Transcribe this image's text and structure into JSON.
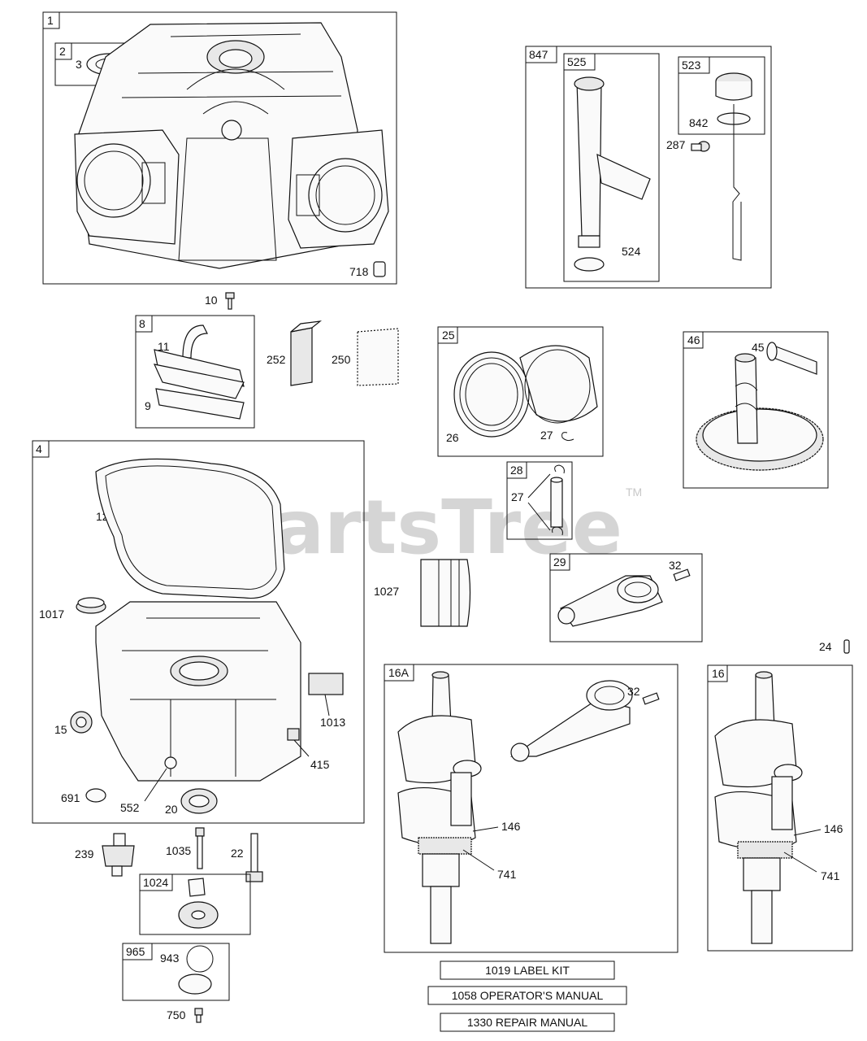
{
  "watermark": {
    "text": "PartsTree",
    "tm": "TM"
  },
  "kits": [
    "1019 LABEL KIT",
    "1058 OPERATOR'S MANUAL",
    "1330 REPAIR MANUAL"
  ],
  "groups": {
    "g1": "1",
    "g2": "2",
    "g847": "847",
    "g525": "525",
    "g523": "523",
    "g8": "8",
    "g25": "25",
    "g46": "46",
    "g4": "4",
    "g28": "28",
    "g29": "29",
    "g16A": "16A",
    "g16": "16",
    "g1024": "1024",
    "g965": "965"
  },
  "parts": {
    "p3": "3",
    "p718": "718",
    "p10": "10",
    "p842": "842",
    "p287": "287",
    "p524": "524",
    "p11": "11",
    "p9": "9",
    "p252": "252",
    "p250": "250",
    "p26": "26",
    "p27a": "27",
    "p45": "45",
    "p12": "12",
    "p27b": "27",
    "p1027": "1027",
    "p32a": "32",
    "p1017": "1017",
    "p1013": "1013",
    "p15": "15",
    "p415": "415",
    "p691": "691",
    "p552": "552",
    "p20": "20",
    "p24": "24",
    "p32b": "32",
    "p146a": "146",
    "p741a": "741",
    "p146b": "146",
    "p741b": "741",
    "p239": "239",
    "p1035": "1035",
    "p22": "22",
    "p943": "943",
    "p750": "750"
  }
}
